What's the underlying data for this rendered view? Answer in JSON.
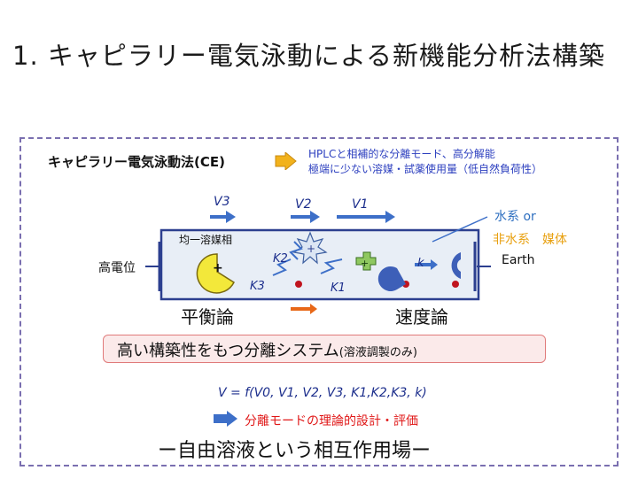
{
  "title": "1. キャピラリー電気泳動による新機能分析法構築",
  "ce": {
    "heading": "キャピラリー電気泳動法(CE)",
    "note_line1": "HPLCと相補的な分離モード、高分解能",
    "note_line2": "極端に少ない溶媒・試薬使用量（低自然負荷性）"
  },
  "diagram": {
    "v3": "V3",
    "v2": "V2",
    "v1": "V1",
    "homogeneous_phase": "均一溶媒相",
    "high_potential": "高電位",
    "earth": "Earth",
    "aqueous": "水系 or",
    "nonaqueous": "非水系　媒体",
    "k1": "K1",
    "k2": "K2",
    "k3": "K3",
    "k": "k",
    "equilibrium": "平衡論",
    "kinetics": "速度論"
  },
  "system": {
    "main": "高い構築性をもつ分離システム",
    "sub": "(溶液調製のみ)"
  },
  "equation": "V = f(V0, V1, V2, V3,  K1,K2,K3,  k)",
  "design": "分離モードの理論的設計・評価",
  "motto": "ー自由溶液という相互作用場ー",
  "colors": {
    "frame": "#7a6fb0",
    "arrow_blue": "#3d6fc8",
    "capillary_fill": "#e8eef6",
    "capillary_stroke": "#2c3f8f",
    "yellow": "#f3e83a",
    "red": "#c0141e",
    "orange": "#e86818",
    "system_bg": "#fbeaea"
  }
}
